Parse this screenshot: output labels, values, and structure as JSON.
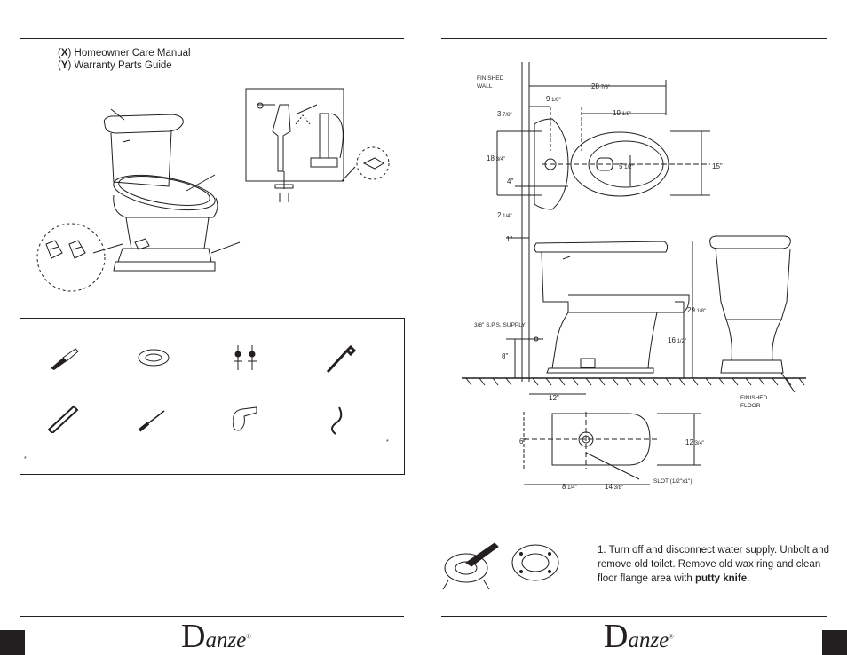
{
  "manual": {
    "item_x": {
      "key": "X",
      "text": " Homeowner Care Manual"
    },
    "item_y": {
      "key": "Y",
      "text": " Warranty Parts Guide"
    }
  },
  "tools": {
    "asterisk_right": "*",
    "asterisk_left": "*"
  },
  "dimensions": {
    "finished_wall": [
      "FINISHED",
      "WALL"
    ],
    "finished_floor": [
      "FINISHED",
      "FLOOR"
    ],
    "overall_depth": {
      "whole": "28",
      "frac": " 7/8\""
    },
    "wall_to_flange": {
      "whole": "9",
      "frac": " 1/8\""
    },
    "tank_depth": {
      "whole": "3",
      "frac": " 7/8\""
    },
    "bowl_length": {
      "whole": "19",
      "frac": " 1/8\""
    },
    "overall_width_top": {
      "whole": "18",
      "frac": " 3/4\""
    },
    "side_4": "4\"",
    "bowl_inner": {
      "whole": "5",
      "frac": " 1/2\""
    },
    "bowl_width": "15\"",
    "bottom_2": {
      "whole": "2",
      "frac": " 1/4\""
    },
    "one_inch": "1\"",
    "height_total": {
      "whole": "29",
      "frac": " 1/8\""
    },
    "seat_height": {
      "whole": "16",
      "frac": " 1/2\""
    },
    "supply": {
      "frac": "3/8\"",
      "text": " S.P.S. SUPPLY"
    },
    "supply_height": "8\"",
    "rough_in": "12\"",
    "flange_side": "6\"",
    "base_width": {
      "whole": "12",
      "frac": " 3/4\""
    },
    "slot": {
      "text": "SLOT ",
      "frac": "(1/2\"x1\")"
    },
    "base_back": {
      "whole": "8",
      "frac": " 1/4\""
    },
    "base_front": {
      "whole": "14",
      "frac": " 3/8\""
    }
  },
  "step1": {
    "text": "1. Turn off and disconnect water supply. Unbolt and remove old toilet. Remove old wax ring and clean floor flange area with ",
    "bold": "putty knife",
    "end": "."
  },
  "footer": {
    "logo_initial": "D",
    "logo_rest": "anze",
    "logo_mark": "®"
  }
}
